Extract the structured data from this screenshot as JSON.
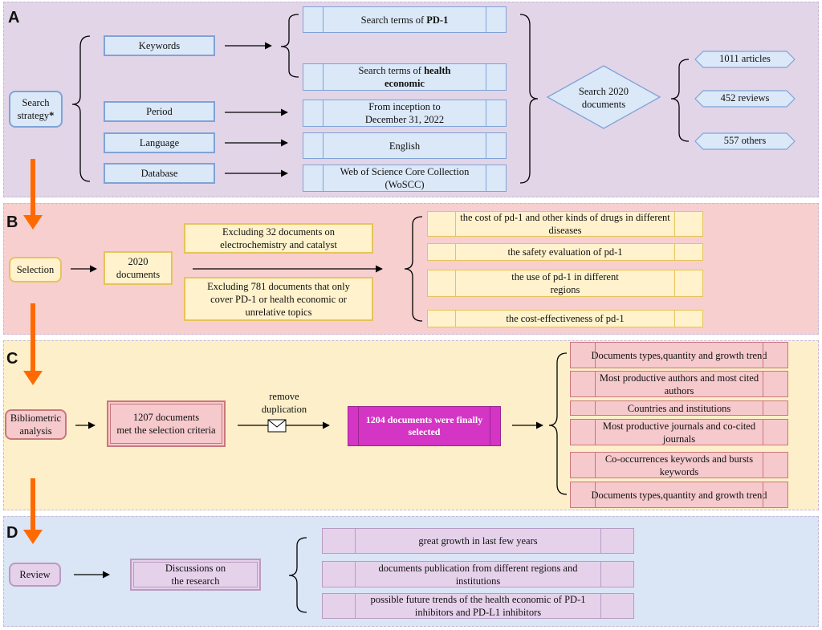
{
  "colors": {
    "section_a_bg": "#e2d5e8",
    "section_b_bg": "#f7cfcf",
    "section_c_bg": "#fdefc9",
    "section_d_bg": "#dae5f5",
    "step_arrow": "#ff6a00"
  },
  "section_a": {
    "letter": "A",
    "start_label_line1": "Search",
    "start_label_line2": "strategy",
    "start_label_mark": "*",
    "keywords": "Keywords",
    "period": "Period",
    "language": "Language",
    "database": "Database",
    "term_pd1_prefix": "Search terms of ",
    "term_pd1_bold": "PD-1",
    "term_he_prefix": "Search terms of ",
    "term_he_bold_1": "health",
    "term_he_bold_2": "economic",
    "period_value_line1": "From inception to",
    "period_value_line2": "December 31, 2022",
    "language_value": "English",
    "database_value_line1": "Web of Science Core Collection",
    "database_value_line2": "(WoSCC)",
    "search_line1": "Search  2020",
    "search_line2": "documents",
    "result_articles": "1011 articles",
    "result_reviews": "452 reviews",
    "result_others": "557 others"
  },
  "section_b": {
    "letter": "B",
    "start_label": "Selection",
    "docs_line1": "2020",
    "docs_line2": "documents",
    "exclude_1": "Excluding 32 documents on electrochemistry and catalyst",
    "exclude_2": "Excluding 781 documents that only cover PD-1 or health economic or unrelative topics",
    "topics": [
      "the cost of pd-1 and other kinds of drugs in different diseases",
      "the safety evaluation of pd-1",
      "the use of pd-1 in different regions",
      "the cost-effectiveness of pd-1"
    ]
  },
  "section_c": {
    "letter": "C",
    "start_label_line1": "Bibliometric",
    "start_label_line2": "analysis",
    "met_line1": "1207 documents",
    "met_line2": "met the selection criteria",
    "remove_line1": "remove",
    "remove_line2": "duplication",
    "final": "1204 documents were finally selected",
    "outputs": [
      "Documents types,quantity and growth trend",
      "Most productive authors and most cited authors",
      "Countries and institutions",
      "Most productive journals and co-cited journals",
      "Co-occurrences keywords and bursts keywords",
      "Documents types,quantity and growth trend"
    ]
  },
  "section_d": {
    "letter": "D",
    "start_label": "Review",
    "discuss_line1": "Discussions on",
    "discuss_line2": "the  research",
    "findings": [
      "great growth in last few years",
      "documents publication from different regions and institutions",
      "possible future trends of the health economic of  PD-1 inhibitors and PD-L1 inhibitors"
    ]
  }
}
